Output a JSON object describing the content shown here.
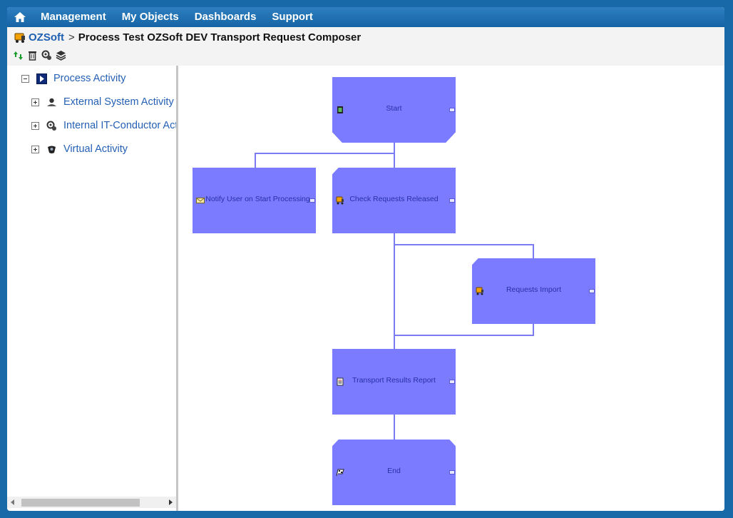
{
  "nav": {
    "items": [
      "Management",
      "My Objects",
      "Dashboards",
      "Support"
    ],
    "home_icon": "home-icon"
  },
  "breadcrumb": {
    "root": "OZSoft",
    "separator": ">",
    "current": "Process Test OZSoft DEV Transport Request Composer"
  },
  "toolbar": {
    "icons": [
      "refresh-icon",
      "trash-icon",
      "settings-icon",
      "layers-icon"
    ]
  },
  "tree": {
    "root": {
      "label": "Process Activity",
      "icon": "process-activity-icon",
      "expanded": true
    },
    "children": [
      {
        "label": "External System Activity",
        "icon": "external-system-icon",
        "expanded": false
      },
      {
        "label": "Internal IT-Conductor Activity",
        "icon": "internal-conductor-icon",
        "expanded": false
      },
      {
        "label": "Virtual Activity",
        "icon": "virtual-activity-icon",
        "expanded": false
      }
    ]
  },
  "diagram": {
    "nodes": {
      "start": {
        "label": "Start",
        "icon": "battery-icon"
      },
      "notify": {
        "label": "Notify User on Start Processing",
        "icon": "envelope-icon"
      },
      "check": {
        "label": "Check Requests Released",
        "icon": "transport-icon"
      },
      "import": {
        "label": "Requests Import",
        "icon": "transport-icon"
      },
      "report": {
        "label": "Transport Results Report",
        "icon": "report-icon"
      },
      "end": {
        "label": "End",
        "icon": "finish-flag-icon"
      }
    },
    "colors": {
      "node_fill": "#7b7bff",
      "connector": "#7b7bf2",
      "label": "#2730a6"
    }
  }
}
